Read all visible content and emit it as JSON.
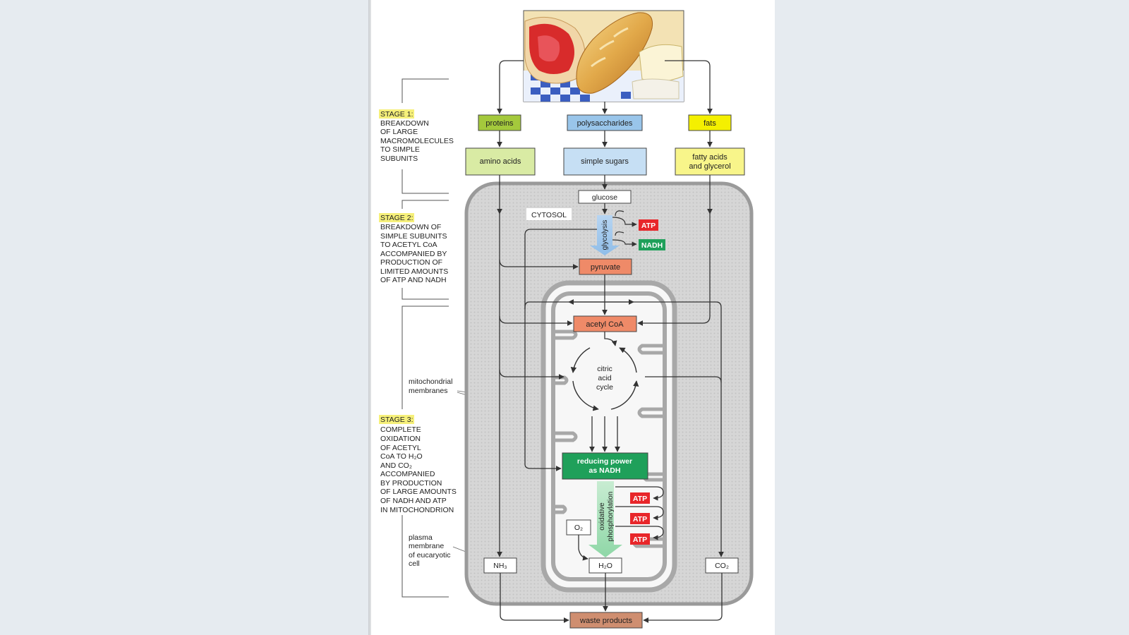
{
  "stages": {
    "stage1": {
      "label": "STAGE 1:",
      "lines": [
        "BREAKDOWN",
        "OF LARGE",
        "MACROMOLECULES",
        "TO SIMPLE",
        "SUBUNITS"
      ]
    },
    "stage2": {
      "label": "STAGE 2:",
      "lines": [
        "BREAKDOWN OF",
        "SIMPLE SUBUNITS",
        "TO ACETYL CoA",
        "ACCOMPANIED BY",
        "PRODUCTION OF",
        "LIMITED AMOUNTS",
        "OF ATP AND NADH"
      ]
    },
    "stage3": {
      "label": "STAGE 3:",
      "lines": [
        "COMPLETE",
        "OXIDATION",
        "OF ACETYL",
        "CoA TO H₂O",
        "AND CO₂",
        "ACCOMPANIED",
        "BY PRODUCTION",
        "OF LARGE AMOUNTS",
        "OF NADH AND ATP",
        "IN MITOCHONDRION"
      ]
    }
  },
  "annotations": {
    "mito_membranes": [
      "mitochondrial",
      "membranes"
    ],
    "plasma_membrane": [
      "plasma",
      "membrane",
      "of eucaryotic",
      "cell"
    ],
    "cytosol": "CYTOSOL"
  },
  "boxes": {
    "proteins": "proteins",
    "polysaccharides": "polysaccharides",
    "fats": "fats",
    "amino_acids": "amino acids",
    "simple_sugars": "simple sugars",
    "fatty_acids": [
      "fatty acids",
      "and glycerol"
    ],
    "glucose": "glucose",
    "pyruvate": "pyruvate",
    "acetyl_coa": "acetyl CoA",
    "citric_cycle": [
      "citric",
      "acid",
      "cycle"
    ],
    "reducing_power": [
      "reducing power",
      "as NADH"
    ],
    "o2": "O₂",
    "h2o": "H₂O",
    "nh3": "NH₃",
    "co2": "CO₂",
    "waste": "waste products"
  },
  "processes": {
    "glycolysis": "glycolysis",
    "oxphos": [
      "oxidative",
      "phosphorylation"
    ]
  },
  "energy": {
    "atp": "ATP",
    "nadh": "NADH"
  },
  "colors": {
    "protein_green": "#a4c93c",
    "amino_green": "#d9eba4",
    "poly_blue": "#99c5ea",
    "sugar_blue": "#c6dff4",
    "fat_yellow": "#f4f000",
    "fatty_yellow": "#f8f58a",
    "salmon": "#ef8a68",
    "atp_red": "#e8262a",
    "nadh_green": "#1fa05a",
    "stage_highlight": "#f6f07a",
    "cell_gray": "#cfcfcf"
  }
}
